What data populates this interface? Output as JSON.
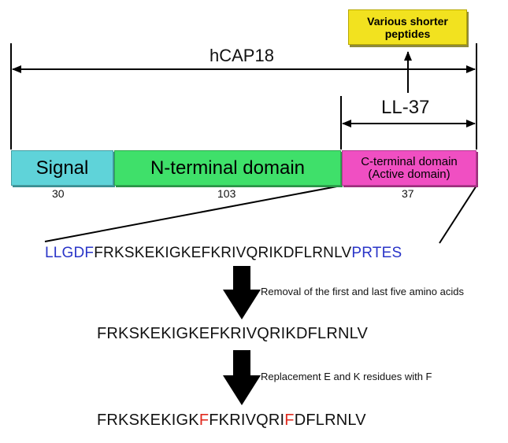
{
  "peptide_box": {
    "label_line1": "Various shorter",
    "label_line2": "peptides",
    "color": "#F2E21F"
  },
  "hcap18_label": "hCAP18",
  "ll37_label": "LL-37",
  "domains": [
    {
      "label": "Signal",
      "length": "30",
      "color": "#5FD3D9"
    },
    {
      "label": "N-terminal domain",
      "length": "103",
      "color": "#3FE06A"
    },
    {
      "label_line1": "C-terminal domain",
      "label_line2": "(Active domain)",
      "length": "37",
      "color": "#F04FC2"
    }
  ],
  "sequence_full": {
    "prefix": "LLGDF",
    "core": "FRKSKEKIGKEFKRIVQRIKDFLRNLV",
    "suffix": "PRTES",
    "highlight_color": "#2A35C8"
  },
  "step1_note": "Removal of the first and last five amino acids",
  "sequence_trimmed": "FRKSKEKIGKEFKRIVQRIKDFLRNLV",
  "step2_note": "Replacement E and K residues with F",
  "sequence_modified": {
    "part1": "FRKSKEKIGK",
    "sub1": "F",
    "part2": "FKRIVQRI",
    "sub2": "F",
    "part3": "DFLRNLV",
    "highlight_color": "#E02A1E"
  }
}
